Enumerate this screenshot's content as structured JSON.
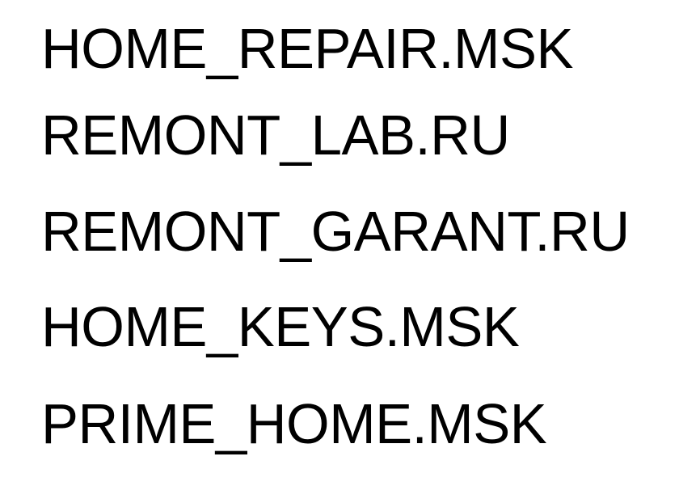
{
  "page": {
    "background_color": "#ffffff",
    "text_color": "#000000"
  },
  "items": [
    "HOME_REPAIR.MSK",
    "REMONT_LAB.RU",
    "REMONT_GARANT.RU",
    "HOME_KEYS.MSK",
    "PRIME_HOME.MSK"
  ]
}
